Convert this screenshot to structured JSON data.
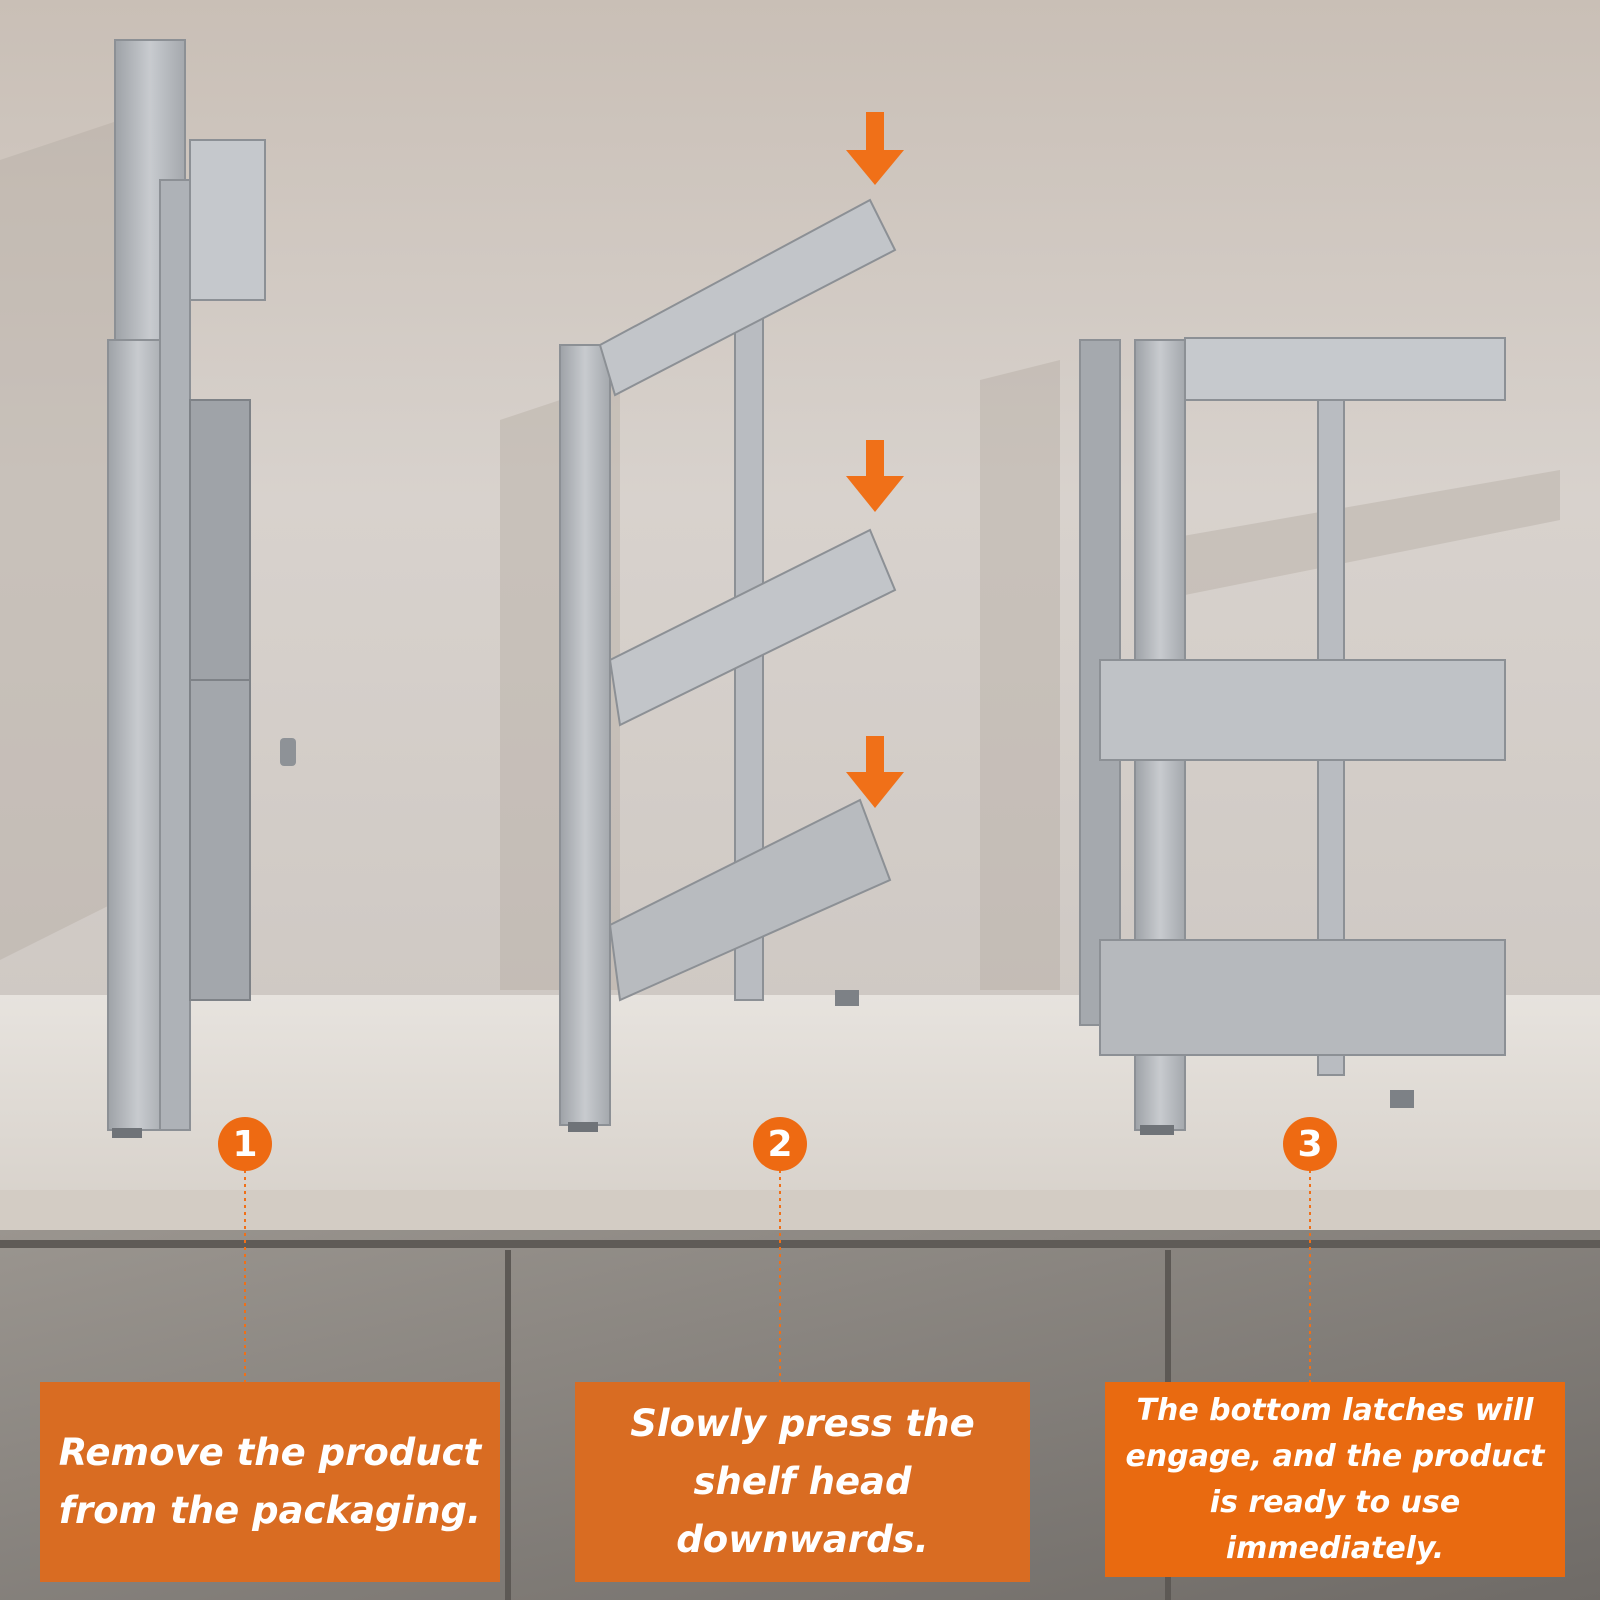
{
  "steps": [
    {
      "number": "1",
      "text": "Remove the product from the packaging."
    },
    {
      "number": "2",
      "text": "Slowly press the shelf head downwards."
    },
    {
      "number": "3",
      "text": "The bottom latches will engage, and the product is ready to use immediately."
    }
  ],
  "colors": {
    "accent": "#ee6a12",
    "box": "#d96c22",
    "wall": "#d6cfc9",
    "counter": "#e3ded8",
    "cabinet": "#8f8a85",
    "metal": "#b9bcc1"
  },
  "icons": [
    "down-arrow-icon",
    "step-badge-icon"
  ]
}
